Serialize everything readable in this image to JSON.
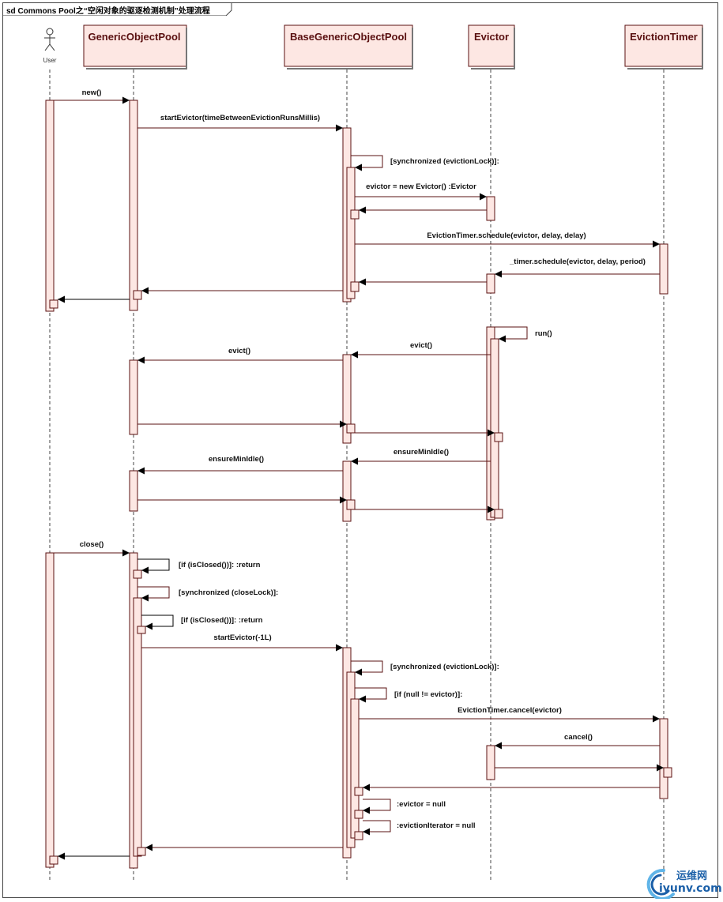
{
  "frame": {
    "title": "sd Commons Pool之“空闲对象的驱逐检测机制”处理流程"
  },
  "actor": {
    "name": "User"
  },
  "lifelines": [
    {
      "id": "generic",
      "name": "GenericObjectPool"
    },
    {
      "id": "base",
      "name": "BaseGenericObjectPool"
    },
    {
      "id": "evictor",
      "name": "Evictor"
    },
    {
      "id": "timer",
      "name": "EvictionTimer"
    }
  ],
  "messages": [
    {
      "id": "m1",
      "label": "new()"
    },
    {
      "id": "m2",
      "label": "startEvictor(timeBetweenEvictionRunsMillis)"
    },
    {
      "id": "m3",
      "label": "[synchronized (evictionLock)]:"
    },
    {
      "id": "m4",
      "label": "evictor = new Evictor() :Evictor"
    },
    {
      "id": "m5",
      "label": "EvictionTimer.schedule(evictor, delay, delay)"
    },
    {
      "id": "m6",
      "label": "_timer.schedule(evictor, delay, period)"
    },
    {
      "id": "m7",
      "label": "run()"
    },
    {
      "id": "m8",
      "label": "evict()"
    },
    {
      "id": "m9",
      "label": "evict()"
    },
    {
      "id": "m10",
      "label": "ensureMinIdle()"
    },
    {
      "id": "m11",
      "label": "ensureMinIdle()"
    },
    {
      "id": "m12",
      "label": "close()"
    },
    {
      "id": "m13",
      "label": "[if (isClosed())]: :return"
    },
    {
      "id": "m14",
      "label": "[synchronized (closeLock)]:"
    },
    {
      "id": "m15",
      "label": "[if (isClosed())]: :return"
    },
    {
      "id": "m16",
      "label": "startEvictor(-1L)"
    },
    {
      "id": "m17",
      "label": "[synchronized (evictionLock)]:"
    },
    {
      "id": "m18",
      "label": "[if (null != evictor)]:"
    },
    {
      "id": "m19",
      "label": "EvictionTimer.cancel(evictor)"
    },
    {
      "id": "m20",
      "label": "cancel()"
    },
    {
      "id": "m21",
      "label": ":evictor = null"
    },
    {
      "id": "m22",
      "label": ":evictionIterator = null"
    }
  ],
  "watermark": {
    "cn": "运维网",
    "en": "iyunv.com"
  },
  "colors": {
    "line": "#5a1010",
    "box_fill": "#fde7e3",
    "box_stroke": "#5a1010",
    "watermark": "#1a5fa8"
  }
}
